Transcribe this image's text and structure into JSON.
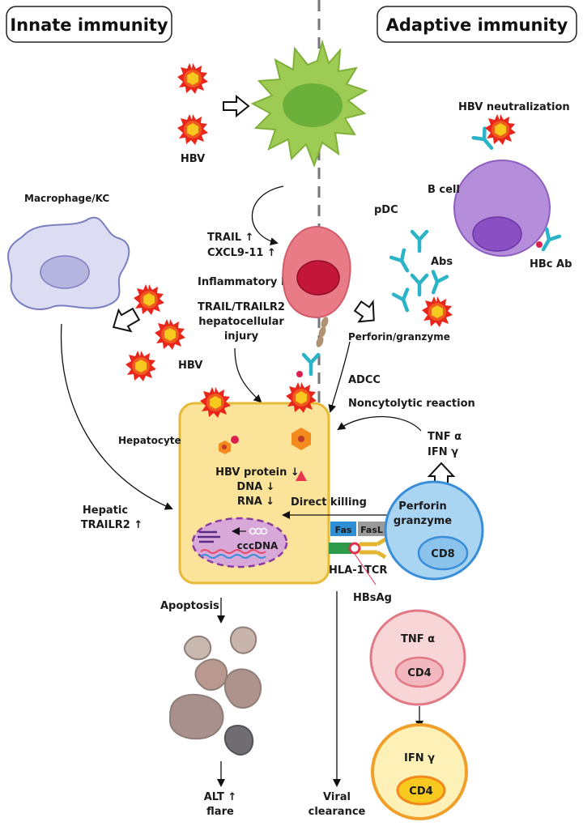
{
  "headers": {
    "innate": "Innate immunity",
    "adaptive": "Adaptive immunity"
  },
  "labels": {
    "hbv_top": "HBV",
    "hbv_mid": "HBV",
    "pdc": "pDC",
    "hbv_neutralization": "HBV neutralization",
    "b_cell": "B cell",
    "hbc_ab": "HBc Ab",
    "abs": "Abs",
    "macrophage": "Macrophage/KC",
    "trail_up": "TRAIL ↑",
    "cxcl_up": "CXCL9-11 ↑",
    "inflammatory_nk": "Inflammatory NK",
    "trail_trailr2": "TRAIL/TRAILR2",
    "hepatocellular": "hepatocellular",
    "injury": "injury",
    "perforin_granzyme": "Perforin/granzyme",
    "adcc": "ADCC",
    "noncytolytic": "Noncytolytic reaction",
    "tnf_alpha": "TNF α",
    "ifn_gamma": "IFN γ",
    "hepatocyte": "Hepatocyte",
    "hbv_protein": "HBV protein ↓",
    "dna": "DNA ↓",
    "rna": "RNA ↓",
    "cccdna": "cccDNA",
    "direct_killing": "Direct killing",
    "hepatic": "Hepatic",
    "trailr2_up": "TRAILR2 ↑",
    "perforin": "Perforin",
    "granzyme": "granzyme",
    "cd8": "CD8",
    "fas": "Fas",
    "fasl": "FasL",
    "hla1": "HLA-1",
    "tcr": "TCR",
    "hbsag": "HBsAg",
    "apoptosis": "Apoptosis",
    "alt_up": "ALT ↑",
    "flare": "flare",
    "viral": "Viral",
    "clearance": "clearance",
    "cd4_tnf": "TNF α",
    "cd4_a": "CD4",
    "cd4_ifn": "IFN γ",
    "cd4_b": "CD4"
  },
  "colors": {
    "virus_spike": "#e8261c",
    "virus_core": "#f7c81e",
    "pdc_fill": "#9ecb53",
    "pdc_nucleus": "#6bb03a",
    "nk_fill": "#e97b86",
    "nk_nucleus": "#c4153a",
    "bcell_fill": "#b48ddb",
    "macrophage_fill": "#dcdcf2",
    "hepatocyte_fill": "#fbe49a",
    "hepatocyte_border": "#e6b936",
    "nucleus_fill": "#d8a9d8",
    "cd8_fill": "#a9d4f2",
    "cd4_tnf_fill": "#f8d6d8",
    "cd4_ifn_fill": "#fdf1b8",
    "antibody": "#2bb3c8"
  }
}
